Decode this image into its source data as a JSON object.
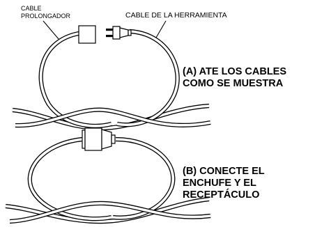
{
  "labels": {
    "extension_cord_line1": "CABLE",
    "extension_cord_line2": "PROLONGADOR",
    "tool_cord": "CABLE DE LA HERRAMIENTA",
    "step_a_line1": "(A) ATE LOS CABLES",
    "step_a_line2": "COMO SE MUESTRA",
    "step_b_line1": "(B) CONECTE EL",
    "step_b_line2": "ENCHUFE Y EL",
    "step_b_line3": "RECEPTÁCULO"
  }
}
